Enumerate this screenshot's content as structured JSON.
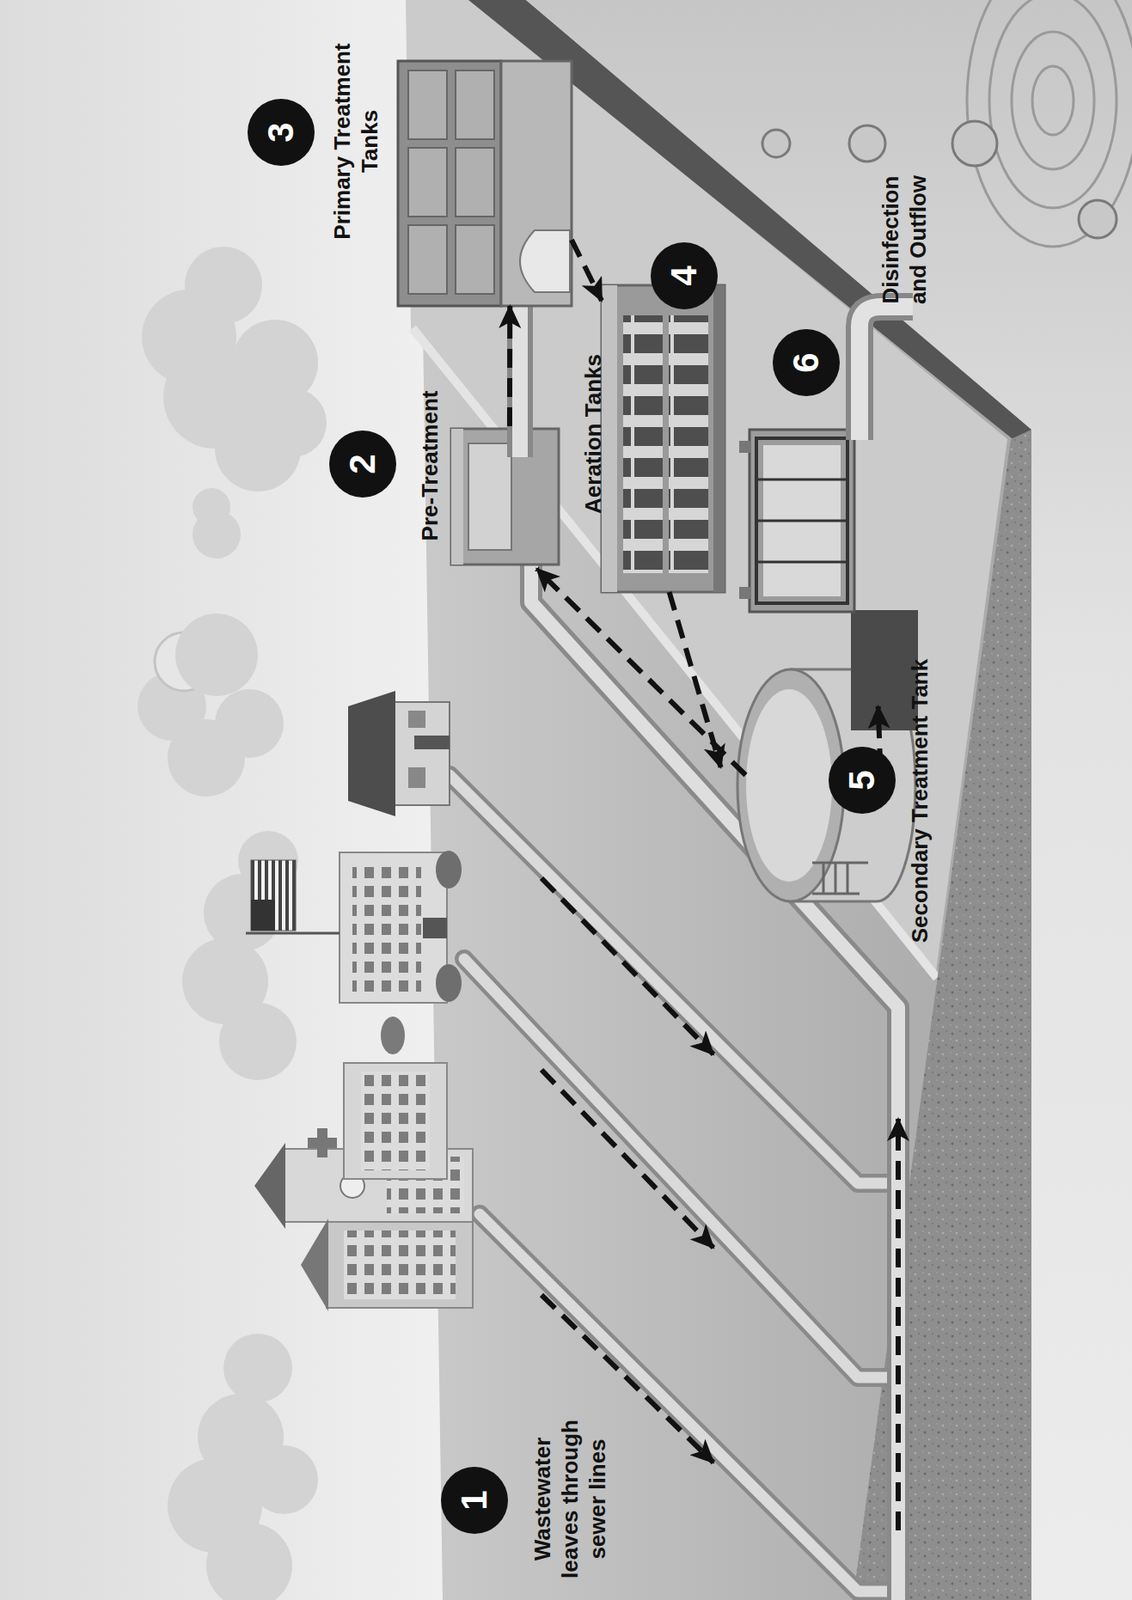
{
  "diagram": {
    "nodes": [
      {
        "text": [
          "1",
          "Wastewater leaves through sewer lines"
        ]
      },
      {
        "text": [
          "2",
          "Pre-Treatment"
        ]
      },
      {
        "text": [
          "3",
          "Primary Treatment Tanks"
        ]
      },
      {
        "text": [
          "4",
          "Aeration Tanks"
        ]
      },
      {
        "text": [
          "5",
          "Secondary Treatment Tank"
        ]
      },
      {
        "text": [
          "6",
          "Disinfection and Outflow"
        ]
      }
    ],
    "edges": [
      {
        "from": 0,
        "to": 1,
        "arrow": "to"
      },
      {
        "from": 1,
        "to": 2,
        "arrow": "to"
      },
      {
        "from": 2,
        "to": 3,
        "arrow": "to"
      },
      {
        "from": 3,
        "to": 4,
        "arrow": "to"
      },
      {
        "from": 4,
        "to": 5,
        "arrow": "to"
      }
    ]
  }
}
